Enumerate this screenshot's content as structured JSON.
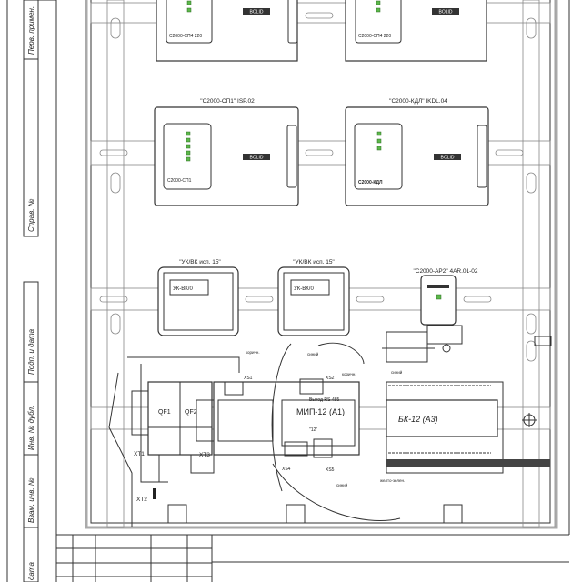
{
  "side_stamp": {
    "perv_primen": "Перв. примен.",
    "sprav_no": "Справ. №",
    "podp_data": "Подп. и дата",
    "inv_dubl": "Инв. № дубл.",
    "vzam_inv": "Взам. инв. №",
    "data": "дата"
  },
  "devices": {
    "sp4_left": {
      "label": "С2000-СП4 220"
    },
    "sp4_right": {
      "label": "С2000-СП4 220"
    },
    "sp1": {
      "caption": "\"С2000-СП1\" ISP.02",
      "label": "С2000-СП1"
    },
    "kdl": {
      "caption": "\"С2000-КДЛ\" IKDL.04",
      "label": "С2000-КДЛ"
    },
    "ukvk1": {
      "caption": "\"УК/ВК исп. 15\"",
      "label": "УК-ВК/0"
    },
    "ukvk2": {
      "caption": "\"УК/ВК исп. 15\"",
      "label": "УК-ВК/0"
    },
    "ar2": {
      "caption": "\"С2000-АР2\" 4AR.01-02"
    },
    "mip": {
      "label": "МИП-12 (А1)",
      "rs485": "Выход RS-485",
      "xs1": "XS1",
      "xs2": "XS2",
      "xs4": "XS4",
      "xs5": "XS5",
      "top_label": "\"12\""
    },
    "bk": {
      "label": "БК-12 (А3)"
    },
    "qf1": {
      "label": "QF1"
    },
    "qf2": {
      "label": "QF2"
    },
    "xt1": "XT1",
    "xt2": "XT2",
    "xt3": "XT3"
  },
  "wire_labels": {
    "w1": "коричн.",
    "w2": "синий",
    "w3": "коричн.",
    "w4": "синий",
    "w5": "синий",
    "w6": "желто-зелен."
  },
  "brand": "BOLID",
  "colors": {
    "led": "#5cb84a",
    "line": "#333333"
  }
}
